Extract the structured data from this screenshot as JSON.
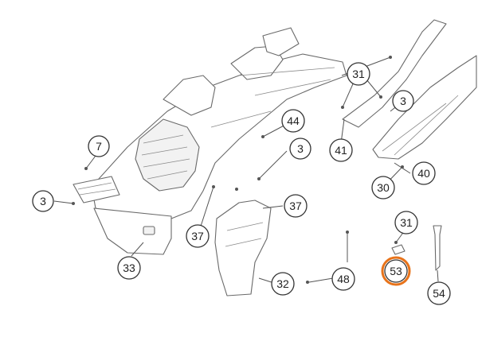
{
  "diagram": {
    "callouts": [
      {
        "id": "c31a",
        "label": "31"
      },
      {
        "id": "c3a",
        "label": "3"
      },
      {
        "id": "c44",
        "label": "44"
      },
      {
        "id": "c7",
        "label": "7"
      },
      {
        "id": "c3b",
        "label": "3"
      },
      {
        "id": "c41",
        "label": "41"
      },
      {
        "id": "c3c",
        "label": "3"
      },
      {
        "id": "c40",
        "label": "40"
      },
      {
        "id": "c30",
        "label": "30"
      },
      {
        "id": "c37a",
        "label": "37"
      },
      {
        "id": "c37b",
        "label": "37"
      },
      {
        "id": "c31b",
        "label": "31"
      },
      {
        "id": "c33",
        "label": "33"
      },
      {
        "id": "c32",
        "label": "32"
      },
      {
        "id": "c48",
        "label": "48"
      },
      {
        "id": "c53",
        "label": "53"
      },
      {
        "id": "c54",
        "label": "54"
      }
    ],
    "highlight_color": "#e8731a"
  }
}
